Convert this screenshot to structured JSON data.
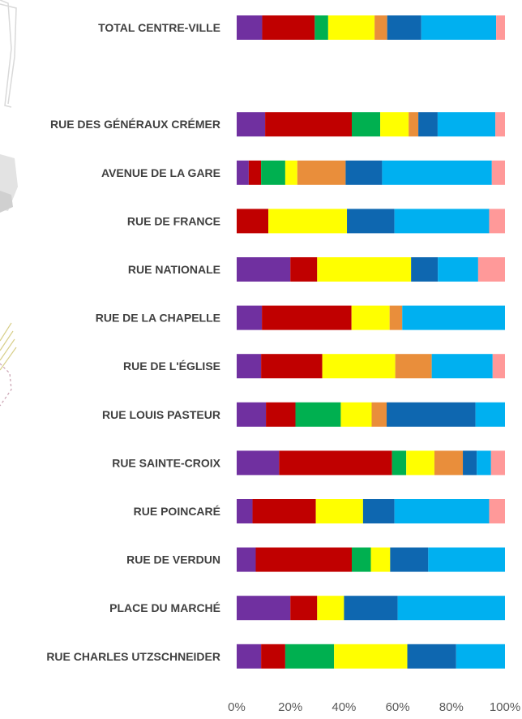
{
  "chart_data": {
    "type": "bar",
    "orientation": "horizontal",
    "stacked": "percent",
    "title": "",
    "xlabel": "",
    "ylabel": "",
    "xlim": [
      0,
      100
    ],
    "x_ticks": [
      "0%",
      "20%",
      "40%",
      "60%",
      "80%",
      "100%"
    ],
    "grid": false,
    "legend": "none",
    "categories": [
      "TOTAL CENTRE-VILLE",
      "",
      "RUE DES GÉNÉRAUX CRÉMER",
      "AVENUE DE LA GARE",
      "RUE DE FRANCE",
      "RUE NATIONALE",
      "RUE DE LA CHAPELLE",
      "RUE DE L'ÉGLISE",
      "RUE LOUIS PASTEUR",
      "RUE SAINTE-CROIX",
      "RUE POINCARÉ",
      "RUE DE VERDUN",
      "PLACE DU MARCHÉ",
      "RUE CHARLES UTZSCHNEIDER"
    ],
    "series": [
      {
        "color": "#7030A0",
        "values": [
          9.5,
          null,
          10.6,
          4.5,
          0,
          20,
          9.4,
          9.1,
          10.9,
          15.8,
          5.9,
          7.1,
          20,
          9.1
        ]
      },
      {
        "color": "#C00000",
        "values": [
          19.6,
          null,
          32.3,
          4.6,
          11.8,
          10,
          33.4,
          22.8,
          11.0,
          42.1,
          23.6,
          35.8,
          10,
          9.0
        ]
      },
      {
        "color": "#00B050",
        "values": [
          5.0,
          null,
          10.6,
          9.0,
          0,
          0,
          0,
          0,
          16.9,
          5.3,
          0,
          7.1,
          0,
          18.2
        ]
      },
      {
        "color": "#FFFF00",
        "values": [
          17.3,
          null,
          10.6,
          4.5,
          29.3,
          35,
          14.2,
          27.2,
          11.5,
          10.5,
          17.6,
          7.2,
          10,
          27.3
        ]
      },
      {
        "color": "#E98E3B",
        "values": [
          4.7,
          null,
          3.6,
          18.0,
          0,
          0,
          4.7,
          13.6,
          5.6,
          10.6,
          0,
          0,
          0,
          0
        ]
      },
      {
        "color": "#0E67B0",
        "values": [
          12.7,
          null,
          7.2,
          13.6,
          17.7,
          10,
          0,
          0,
          33.1,
          5.2,
          11.7,
          14.2,
          20,
          18.2
        ]
      },
      {
        "color": "#00B0F0",
        "values": [
          27.9,
          null,
          21.5,
          40.9,
          35.3,
          15,
          38.3,
          22.7,
          11.0,
          5.3,
          35.3,
          28.6,
          40,
          18.2
        ]
      },
      {
        "color": "#FF9999",
        "values": [
          3.3,
          null,
          3.6,
          4.9,
          5.9,
          10,
          0,
          4.6,
          0,
          5.2,
          5.9,
          0,
          0,
          0
        ]
      }
    ]
  }
}
